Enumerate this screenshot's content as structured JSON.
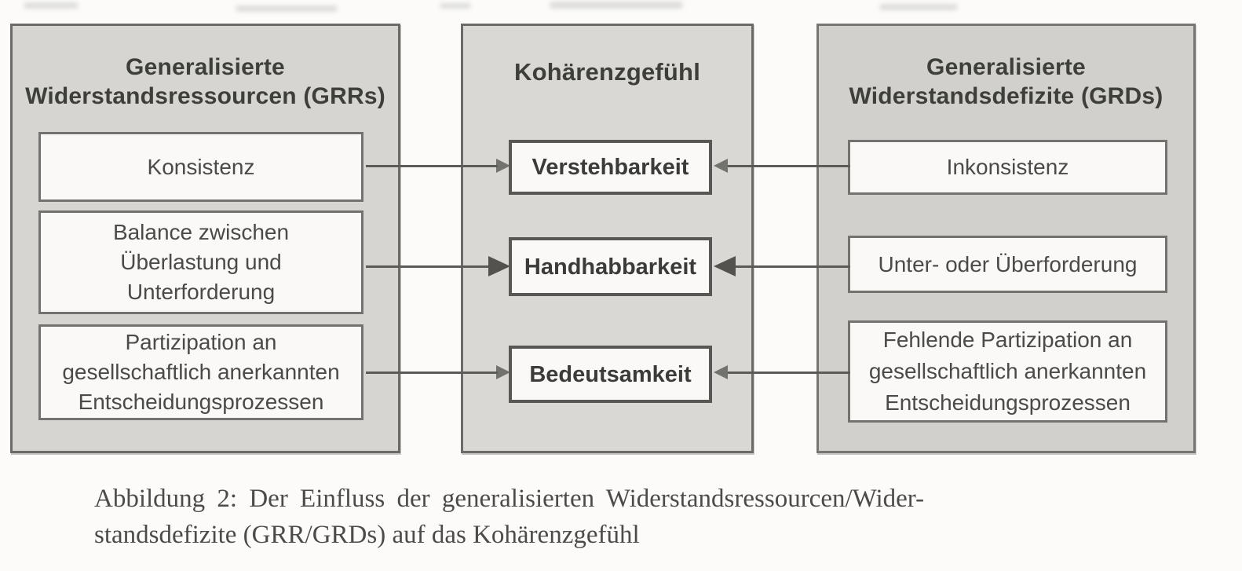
{
  "diagram": {
    "left_panel": {
      "title_lines": [
        "Generalisierte",
        "Widerstandsressourcen (GRRs)"
      ],
      "boxes": [
        {
          "lines": [
            "Konsistenz"
          ]
        },
        {
          "lines": [
            "Balance zwischen",
            "Überlastung und",
            "Unterforderung"
          ]
        },
        {
          "lines": [
            "Partizipation an",
            "gesellschaftlich anerkannten",
            "Entscheidungsprozessen"
          ]
        }
      ]
    },
    "center_panel": {
      "title_lines": [
        "Kohärenzgefühl"
      ],
      "boxes": [
        {
          "lines": [
            "Verstehbarkeit"
          ]
        },
        {
          "lines": [
            "Handhabbarkeit"
          ]
        },
        {
          "lines": [
            "Bedeutsamkeit"
          ]
        }
      ]
    },
    "right_panel": {
      "title_lines": [
        "Generalisierte",
        "Widerstandsdefizite (GRDs)"
      ],
      "boxes": [
        {
          "lines": [
            "Inkonsistenz"
          ]
        },
        {
          "lines": [
            "Unter- oder Überforderung"
          ]
        },
        {
          "lines": [
            "Fehlende Partizipation an",
            "gesellschaftlich anerkannten",
            "Entscheidungsprozessen"
          ]
        }
      ]
    },
    "caption": {
      "line1": "Abbildung 2: Der Einfluss der generalisierten Widerstandsressourcen/Wider-",
      "line2": "standsdefizite (GRR/GRDs) auf das Kohärenzgefühl"
    },
    "colors": {
      "page_background": "#fcfbf9",
      "panel_fill": "#d6d5d2",
      "box_fill": "#faf9f7",
      "border": "#6b6a67",
      "arrow": "#5c5b58",
      "text": "#4a4a47"
    }
  }
}
